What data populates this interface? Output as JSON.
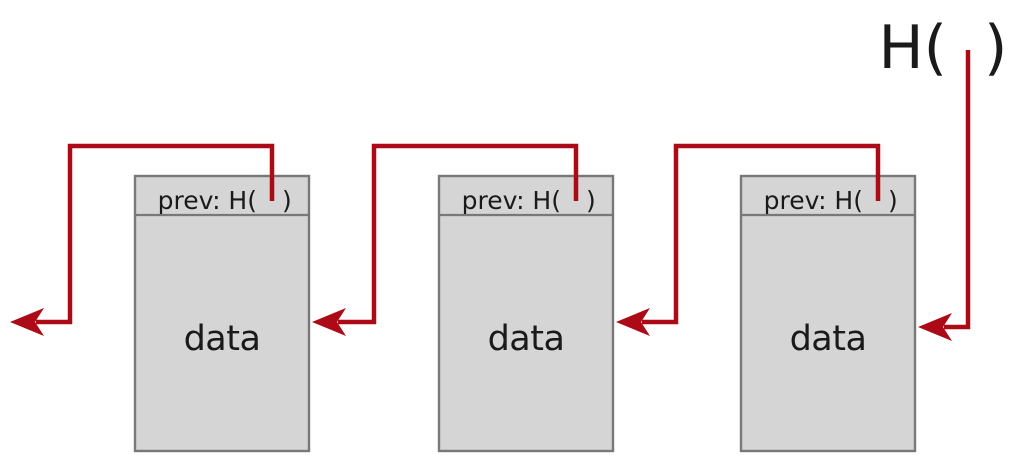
{
  "diagram": {
    "hash_label": {
      "open": "H(",
      "close": ")"
    },
    "blocks": [
      {
        "header_open": "prev: H(",
        "header_close": ")",
        "body": "data"
      },
      {
        "header_open": "prev: H(",
        "header_close": ")",
        "body": "data"
      },
      {
        "header_open": "prev: H(",
        "header_close": ")",
        "body": "data"
      }
    ],
    "colors": {
      "arrow": "#ab0a16",
      "block_fill": "#d5d5d5",
      "block_border": "#787878",
      "text": "#1a1a1a",
      "background": "#ffffff"
    }
  }
}
